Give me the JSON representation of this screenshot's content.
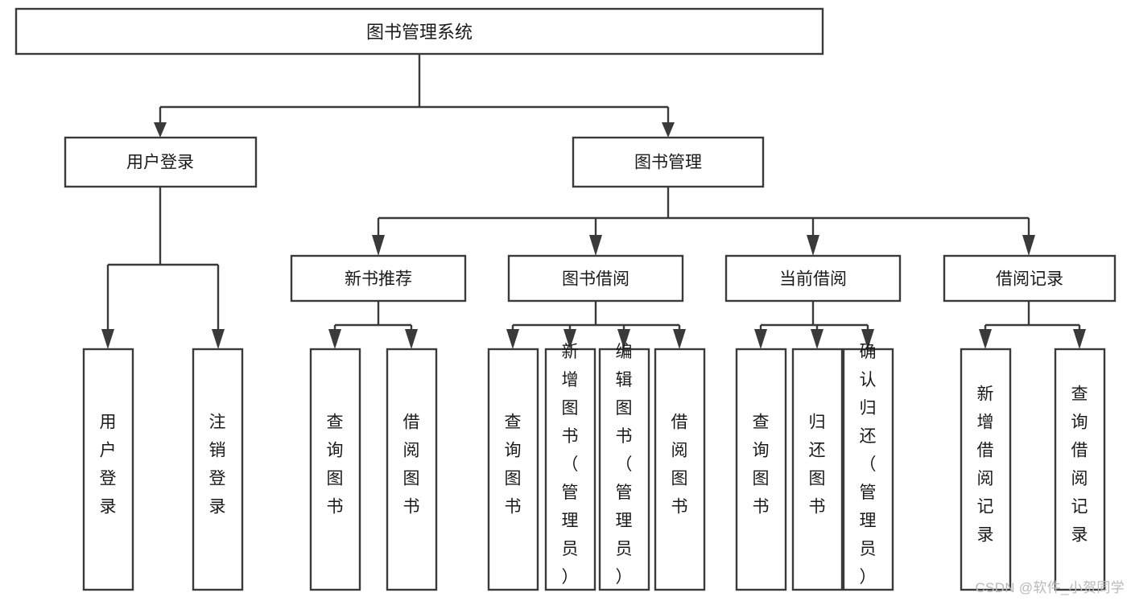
{
  "diagram": {
    "type": "tree-hierarchy-chart",
    "title": "图书管理系统",
    "orientation": "top-down",
    "background_color": "#ffffff",
    "line_color": "#3a3a3a",
    "box_fill": "#ffffff",
    "text_color": "#1a1a1a"
  },
  "nodes": {
    "root": {
      "label": "图书管理系统",
      "level": 1
    },
    "level2": [
      {
        "id": "user-login",
        "label": "用户登录",
        "level": 2
      },
      {
        "id": "book-manage",
        "label": "图书管理",
        "level": 2
      }
    ],
    "level3": [
      {
        "id": "new-book-recommend",
        "label": "新书推荐",
        "level": 3,
        "parent": "book-manage"
      },
      {
        "id": "book-borrow",
        "label": "图书借阅",
        "level": 3,
        "parent": "book-manage"
      },
      {
        "id": "current-borrow",
        "label": "当前借阅",
        "level": 3,
        "parent": "book-manage"
      },
      {
        "id": "borrow-record",
        "label": "借阅记录",
        "level": 3,
        "parent": "book-manage"
      }
    ],
    "leaves": [
      {
        "id": "leaf-user-login",
        "label": "用户登录",
        "parent": "user-login"
      },
      {
        "id": "leaf-logout-login",
        "label": "注销登录",
        "parent": "user-login"
      },
      {
        "id": "leaf-query-book-1",
        "label": "查询图书",
        "parent": "new-book-recommend"
      },
      {
        "id": "leaf-borrow-book-1",
        "label": "借阅图书",
        "parent": "new-book-recommend"
      },
      {
        "id": "leaf-query-book-2",
        "label": "查询图书",
        "parent": "book-borrow"
      },
      {
        "id": "leaf-add-book",
        "label": "新增图书（管理员）",
        "parent": "book-borrow"
      },
      {
        "id": "leaf-edit-book",
        "label": "编辑图书（管理员）",
        "parent": "book-borrow"
      },
      {
        "id": "leaf-borrow-book-2",
        "label": "借阅图书",
        "parent": "book-borrow"
      },
      {
        "id": "leaf-query-book-3",
        "label": "查询图书",
        "parent": "current-borrow"
      },
      {
        "id": "leaf-return-book",
        "label": "归还图书",
        "parent": "current-borrow"
      },
      {
        "id": "leaf-confirm-return",
        "label": "确认归还（管理员）",
        "parent": "current-borrow"
      },
      {
        "id": "leaf-add-record",
        "label": "新增借阅记录",
        "parent": "borrow-record"
      },
      {
        "id": "leaf-query-record",
        "label": "查询借阅记录",
        "parent": "borrow-record"
      }
    ]
  },
  "watermark": {
    "text": "CSDN @软件_小贺同学"
  }
}
